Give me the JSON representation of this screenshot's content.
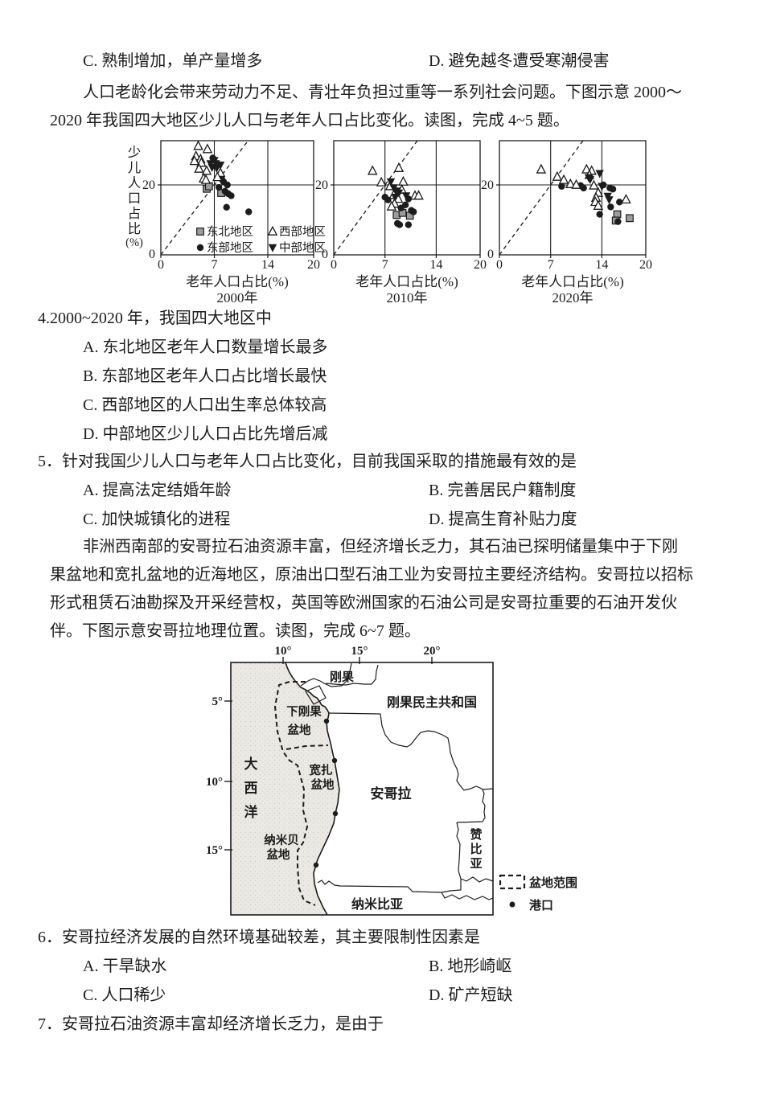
{
  "colors": {
    "ink": "#1c1c1c",
    "paper": "#ffffff",
    "ocean_fill": "#ebe9e4",
    "ocean_dot": "#cfccc5",
    "square_fill": "#9c9c9c"
  },
  "prev_question_options": {
    "c": "C. 熟制增加，单产量增多",
    "d": "D. 避免越冬遭受寒潮侵害"
  },
  "intro_paragraph": {
    "line1": "人口老龄化会带来劳动力不足、青壮年负担过重等一系列社会问题。下图示意 2000～",
    "line2": "2020 年我国四大地区少儿人口与老年人口占比变化。读图，完成 4~5 题。"
  },
  "charts_shared": {
    "ylabel_chars": "少儿人口占比",
    "ylabel_unit": "(%)",
    "x_ticks": [
      "0",
      "7",
      "14",
      "20"
    ],
    "x_tick_vals": [
      0,
      7,
      14,
      20
    ],
    "y_tick_label": "20",
    "y_zero_label": "0",
    "legend": [
      {
        "marker": "square",
        "label": "东北地区"
      },
      {
        "marker": "triangle-up",
        "label": "西部地区"
      },
      {
        "marker": "circle",
        "label": "东部地区"
      },
      {
        "marker": "triangle-down",
        "label": "中部地区"
      }
    ]
  },
  "chart_data": [
    {
      "type": "scatter",
      "year_label": "2000年",
      "xlabel": "老年人口占比(%)",
      "xlim": [
        0,
        20
      ],
      "ylim": [
        0,
        32.6
      ],
      "x_gridlines": [
        7,
        14
      ],
      "y_gridlines": [
        20
      ],
      "dashed_line_through": [
        [
          0,
          0
        ],
        [
          7,
          20
        ]
      ],
      "series": [
        {
          "name": "东北地区",
          "marker": "square",
          "points": [
            [
              6.0,
              18.9
            ],
            [
              7.9,
              17.7
            ],
            [
              6.3,
              19.6
            ]
          ]
        },
        {
          "name": "东部地区",
          "marker": "circle",
          "points": [
            [
              6.8,
              27.7
            ],
            [
              8.0,
              21.6
            ],
            [
              8.2,
              20.9
            ],
            [
              8.7,
              20.0
            ],
            [
              8.4,
              18.2
            ],
            [
              8.8,
              17.5
            ],
            [
              7.6,
              19.3
            ],
            [
              9.2,
              16.9
            ],
            [
              8.6,
              13.6
            ],
            [
              11.5,
              12.3
            ]
          ]
        },
        {
          "name": "西部地区",
          "marker": "triangle-up",
          "points": [
            [
              4.9,
              31.1
            ],
            [
              6.1,
              30.2
            ],
            [
              4.6,
              28.2
            ],
            [
              5.2,
              27.3
            ],
            [
              4.4,
              26.8
            ],
            [
              5.3,
              26.3
            ],
            [
              5.0,
              24.6
            ],
            [
              6.0,
              24.0
            ],
            [
              7.8,
              23.4
            ],
            [
              7.4,
              22.2
            ],
            [
              5.6,
              21.8
            ],
            [
              5.9,
              21.4
            ]
          ]
        },
        {
          "name": "中部地区",
          "marker": "triangle-down",
          "points": [
            [
              7.0,
              27.0
            ],
            [
              6.5,
              26.1
            ],
            [
              7.2,
              26.1
            ],
            [
              7.8,
              25.7
            ],
            [
              6.7,
              25.0
            ],
            [
              7.3,
              24.8
            ]
          ]
        }
      ]
    },
    {
      "type": "scatter",
      "year_label": "2010年",
      "xlabel": "老年人口占比(%)",
      "xlim": [
        0,
        20
      ],
      "ylim": [
        0,
        32.6
      ],
      "x_gridlines": [
        7,
        14
      ],
      "y_gridlines": [
        20
      ],
      "dashed_line_through": [
        [
          0,
          0
        ],
        [
          7,
          20
        ]
      ],
      "series": [
        {
          "name": "东北地区",
          "marker": "square",
          "points": [
            [
              8.6,
              11.4
            ],
            [
              9.4,
              12.0
            ],
            [
              10.4,
              11.2
            ]
          ]
        },
        {
          "name": "东部地区",
          "marker": "circle",
          "points": [
            [
              7.0,
              16.5
            ],
            [
              7.4,
              15.7
            ],
            [
              10.2,
              16.0
            ],
            [
              9.8,
              14.3
            ],
            [
              9.2,
              13.4
            ],
            [
              10.6,
              12.7
            ],
            [
              10.9,
              12.3
            ],
            [
              8.7,
              9.0
            ],
            [
              9.0,
              8.6
            ],
            [
              10.2,
              8.6
            ]
          ]
        },
        {
          "name": "西部地区",
          "marker": "triangle-up",
          "points": [
            [
              5.3,
              24.0
            ],
            [
              8.9,
              24.8
            ],
            [
              6.5,
              20.7
            ],
            [
              9.5,
              20.9
            ],
            [
              7.7,
              19.6
            ],
            [
              9.3,
              18.6
            ],
            [
              8.2,
              17.1
            ],
            [
              11.1,
              16.9
            ],
            [
              11.6,
              16.9
            ],
            [
              8.8,
              16.0
            ],
            [
              8.3,
              14.6
            ],
            [
              7.9,
              13.8
            ]
          ]
        },
        {
          "name": "中部地区",
          "marker": "triangle-down",
          "points": [
            [
              7.8,
              20.9
            ],
            [
              8.2,
              19.2
            ],
            [
              8.6,
              18.3
            ],
            [
              8.9,
              17.7
            ],
            [
              9.9,
              16.9
            ],
            [
              8.4,
              16.5
            ]
          ]
        }
      ]
    },
    {
      "type": "scatter",
      "year_label": "2020年",
      "xlabel": "老年人口占比(%)",
      "xlim": [
        0,
        20
      ],
      "ylim": [
        0,
        32.6
      ],
      "x_gridlines": [
        7,
        14
      ],
      "y_gridlines": [
        20
      ],
      "dashed_line_through": [
        [
          0,
          0
        ],
        [
          7,
          20
        ]
      ],
      "series": [
        {
          "name": "东北地区",
          "marker": "square",
          "points": [
            [
              16.1,
              11.6
            ],
            [
              15.9,
              9.8
            ],
            [
              17.8,
              10.5
            ]
          ]
        },
        {
          "name": "东部地区",
          "marker": "circle",
          "points": [
            [
              8.5,
              19.6
            ],
            [
              11.1,
              19.8
            ],
            [
              11.5,
              19.1
            ],
            [
              14.2,
              20.0
            ],
            [
              15.1,
              19.1
            ],
            [
              15.5,
              18.8
            ],
            [
              16.4,
              15.1
            ],
            [
              15.2,
              13.7
            ],
            [
              13.7,
              11.6
            ],
            [
              16.2,
              9.5
            ]
          ]
        },
        {
          "name": "西部地区",
          "marker": "triangle-up",
          "points": [
            [
              5.7,
              24.4
            ],
            [
              7.9,
              22.3
            ],
            [
              11.9,
              24.4
            ],
            [
              12.6,
              24.0
            ],
            [
              12.3,
              22.8
            ],
            [
              8.8,
              21.4
            ],
            [
              9.7,
              20.2
            ],
            [
              10.5,
              20.0
            ],
            [
              12.9,
              19.8
            ],
            [
              13.5,
              17.7
            ],
            [
              13.2,
              16.3
            ],
            [
              13.1,
              15.1
            ],
            [
              17.3,
              15.8
            ],
            [
              13.5,
              14.0
            ]
          ]
        },
        {
          "name": "中部地区",
          "marker": "triangle-down",
          "points": [
            [
              13.7,
              23.3
            ],
            [
              12.2,
              22.1
            ],
            [
              12.4,
              21.6
            ],
            [
              14.0,
              19.6
            ],
            [
              14.8,
              16.8
            ],
            [
              15.0,
              15.8
            ]
          ]
        }
      ]
    }
  ],
  "q4": {
    "stem": "4.2000~2020 年，我国四大地区中",
    "options": [
      "A. 东北地区老年人口数量增长最多",
      "B. 东部地区老年人口占比增长最快",
      "C. 西部地区的人口出生率总体较高",
      "D. 中部地区少儿人口占比先增后减"
    ]
  },
  "q5": {
    "stem": "5．针对我国少儿人口与老年人口占比变化，目前我国采取的措施最有效的是",
    "a": "A. 提高法定结婚年龄",
    "b": "B. 完善居民户籍制度",
    "c": "C. 加快城镇化的进程",
    "d": "D. 提高生育补贴力度"
  },
  "angola_paragraph": {
    "line1": "非洲西南部的安哥拉石油资源丰富，但经济增长乏力，其石油已探明储量集中于下刚",
    "line2": "果盆地和宽扎盆地的近海地区，原油出口型石油工业为安哥拉主要经济结构。安哥拉以招标",
    "line3": "形式租赁石油勘探及开采经营权，英国等欧洲国家的石油公司是安哥拉重要的石油开发伙",
    "line4": "伴。下图示意安哥拉地理位置。读图，完成 6~7 题。"
  },
  "map": {
    "lon_labels": [
      "10°",
      "15°",
      "20°"
    ],
    "lat_labels": [
      "5°",
      "10°",
      "15°"
    ],
    "ocean": "大西洋",
    "countries": {
      "congo": "刚果",
      "drc": "刚果民主共和国",
      "angola": "安哥拉",
      "zambia": "赞比亚",
      "namibia": "纳米比亚"
    },
    "basins": {
      "b1_line1": "下刚果",
      "b1_line2": "盆地",
      "b2_line1": "宽扎",
      "b2_line2": "盆地",
      "b3_line1": "纳米贝",
      "b3_line2": "盆地"
    },
    "legend": {
      "basin": "盆地范围",
      "port": "港口"
    }
  },
  "q6": {
    "stem": "6．安哥拉经济发展的自然环境基础较差，其主要限制性因素是",
    "a": "A. 干旱缺水",
    "b": "B. 地形崎岖",
    "c": "C. 人口稀少",
    "d": "D. 矿产短缺"
  },
  "q7": {
    "stem": "7．安哥拉石油资源丰富却经济增长乏力，是由于"
  }
}
